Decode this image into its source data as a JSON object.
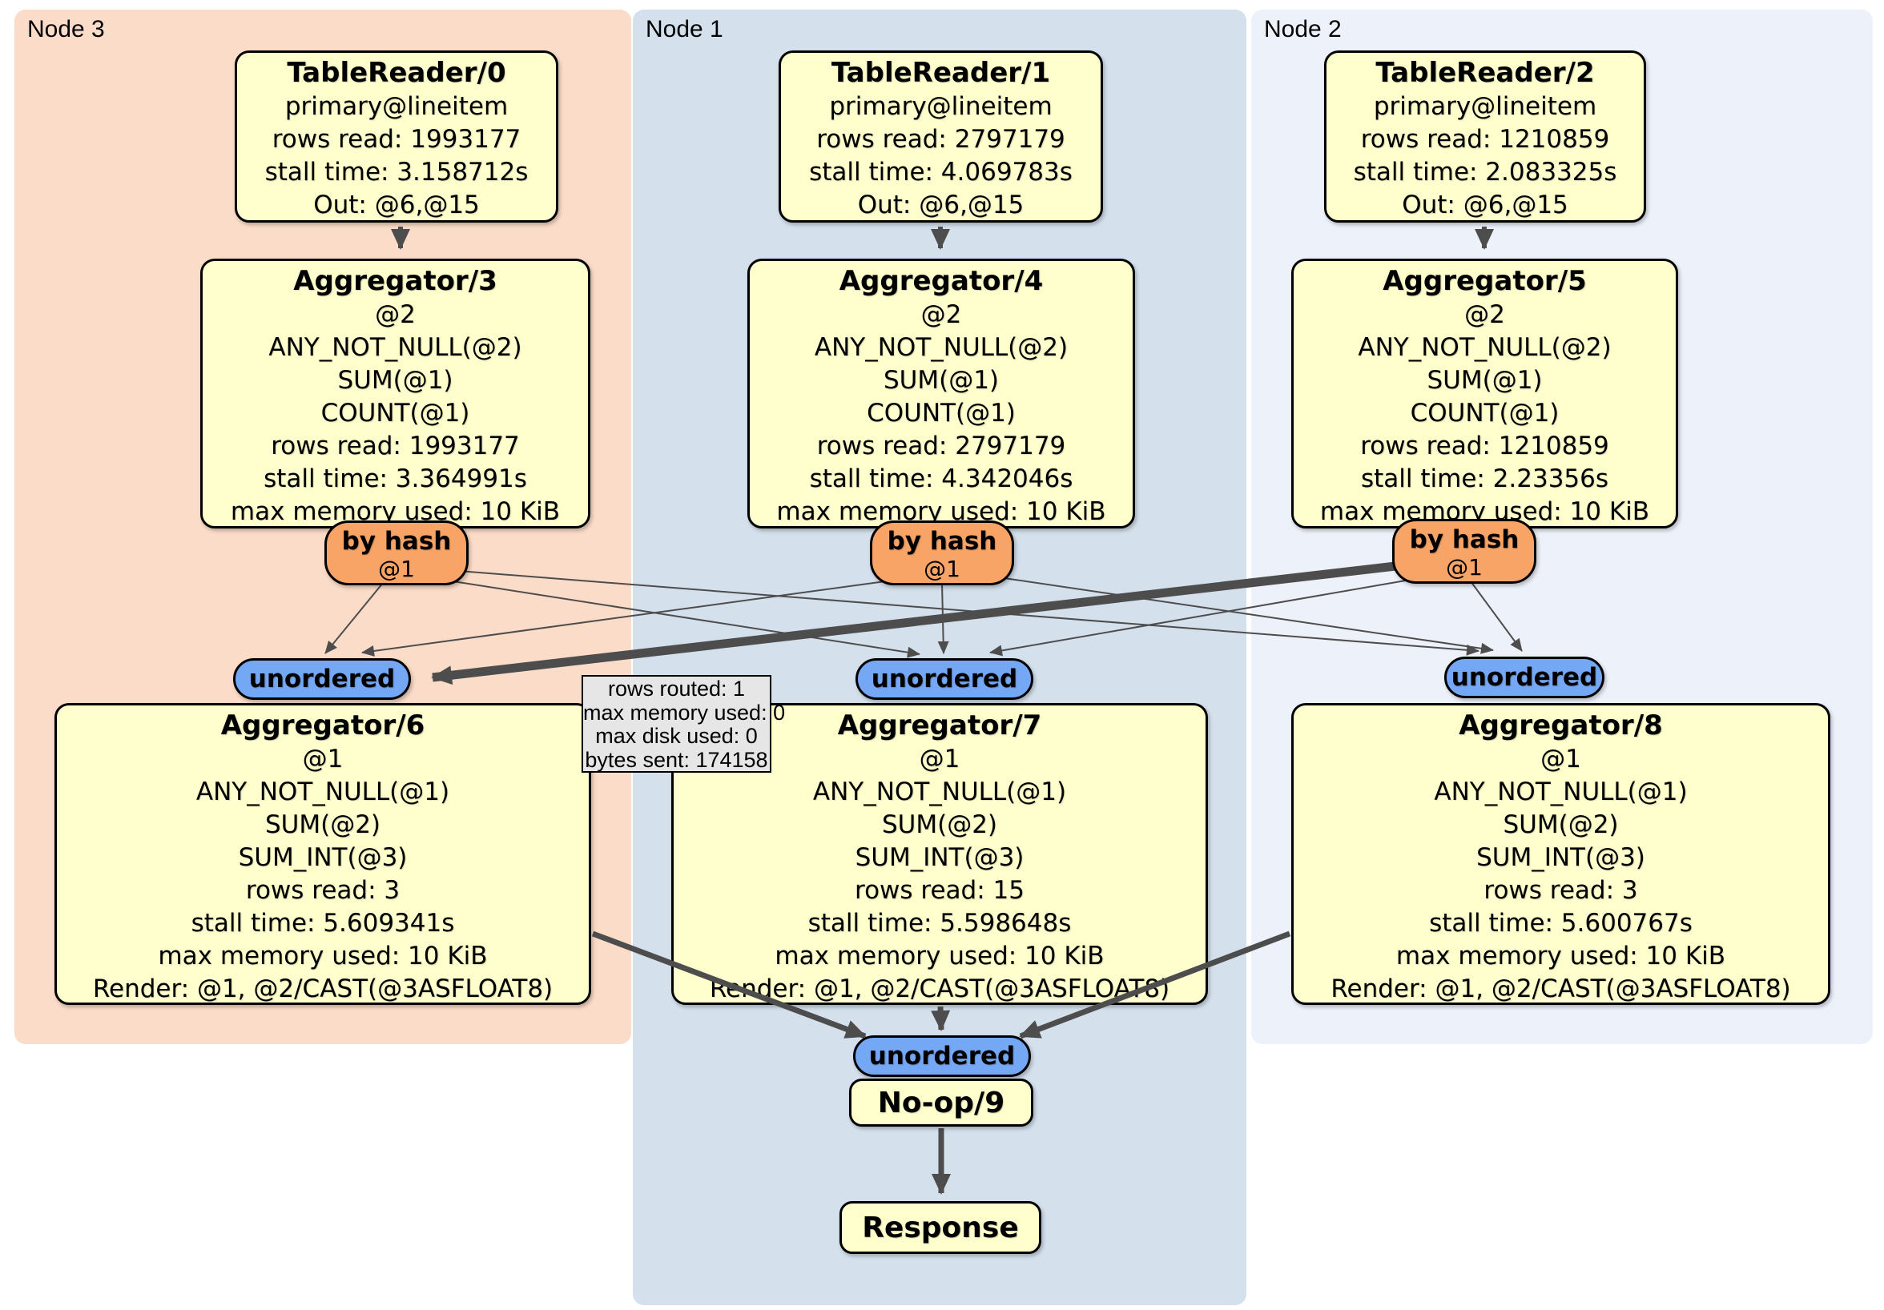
{
  "panels": [
    {
      "label": "Node 3",
      "table_reader": {
        "title": "TableReader/0",
        "lines": [
          "primary@lineitem",
          "rows read: 1993177",
          "stall time: 3.158712s",
          "Out: @6,@15"
        ]
      },
      "aggregator_top": {
        "title": "Aggregator/3",
        "lines": [
          "@2",
          "ANY_NOT_NULL(@2)",
          "SUM(@1)",
          "COUNT(@1)",
          "rows read: 1993177",
          "stall time: 3.364991s",
          "max memory used: 10 KiB"
        ]
      },
      "router": {
        "label": "by hash",
        "detail": "@1"
      },
      "sync": {
        "label": "unordered"
      },
      "aggregator_bottom": {
        "title": "Aggregator/6",
        "lines": [
          "@1",
          "ANY_NOT_NULL(@1)",
          "SUM(@2)",
          "SUM_INT(@3)",
          "rows read: 3",
          "stall time: 5.609341s",
          "max memory used: 10 KiB",
          "Render: @1, @2/CAST(@3ASFLOAT8)"
        ]
      }
    },
    {
      "label": "Node 1",
      "table_reader": {
        "title": "TableReader/1",
        "lines": [
          "primary@lineitem",
          "rows read: 2797179",
          "stall time: 4.069783s",
          "Out: @6,@15"
        ]
      },
      "aggregator_top": {
        "title": "Aggregator/4",
        "lines": [
          "@2",
          "ANY_NOT_NULL(@2)",
          "SUM(@1)",
          "COUNT(@1)",
          "rows read: 2797179",
          "stall time: 4.342046s",
          "max memory used: 10 KiB"
        ]
      },
      "router": {
        "label": "by hash",
        "detail": "@1"
      },
      "sync": {
        "label": "unordered"
      },
      "aggregator_bottom": {
        "title": "Aggregator/7",
        "lines": [
          "@1",
          "ANY_NOT_NULL(@1)",
          "SUM(@2)",
          "SUM_INT(@3)",
          "rows read: 15",
          "stall time: 5.598648s",
          "max memory used: 10 KiB",
          "Render: @1, @2/CAST(@3ASFLOAT8)"
        ]
      }
    },
    {
      "label": "Node 2",
      "table_reader": {
        "title": "TableReader/2",
        "lines": [
          "primary@lineitem",
          "rows read: 1210859",
          "stall time: 2.083325s",
          "Out: @6,@15"
        ]
      },
      "aggregator_top": {
        "title": "Aggregator/5",
        "lines": [
          "@2",
          "ANY_NOT_NULL(@2)",
          "SUM(@1)",
          "COUNT(@1)",
          "rows read: 1210859",
          "stall time: 2.23356s",
          "max memory used: 10 KiB"
        ]
      },
      "router": {
        "label": "by hash",
        "detail": "@1"
      },
      "sync": {
        "label": "unordered"
      },
      "aggregator_bottom": {
        "title": "Aggregator/8",
        "lines": [
          "@1",
          "ANY_NOT_NULL(@1)",
          "SUM(@2)",
          "SUM_INT(@3)",
          "rows read: 3",
          "stall time: 5.600767s",
          "max memory used: 10 KiB",
          "Render: @1, @2/CAST(@3ASFLOAT8)"
        ]
      }
    }
  ],
  "final_chain": {
    "sync": {
      "label": "unordered"
    },
    "noop": {
      "title": "No-op/9"
    },
    "response": {
      "title": "Response"
    }
  },
  "edge_tooltip": {
    "lines": [
      "rows routed: 1",
      "max memory used: 0",
      "max disk used: 0",
      "bytes sent: 174158"
    ]
  },
  "colors": {
    "box_fill": "#ffffcd",
    "router_fill": "#f8a466",
    "sync_fill": "#74a7f4",
    "node3_bg": "#fbdcc8",
    "node1_bg": "#d4e0ec",
    "node2_bg": "#edf1fa",
    "tooltip_fill": "#e6e6e6",
    "arrow": "#4d4d4d"
  }
}
